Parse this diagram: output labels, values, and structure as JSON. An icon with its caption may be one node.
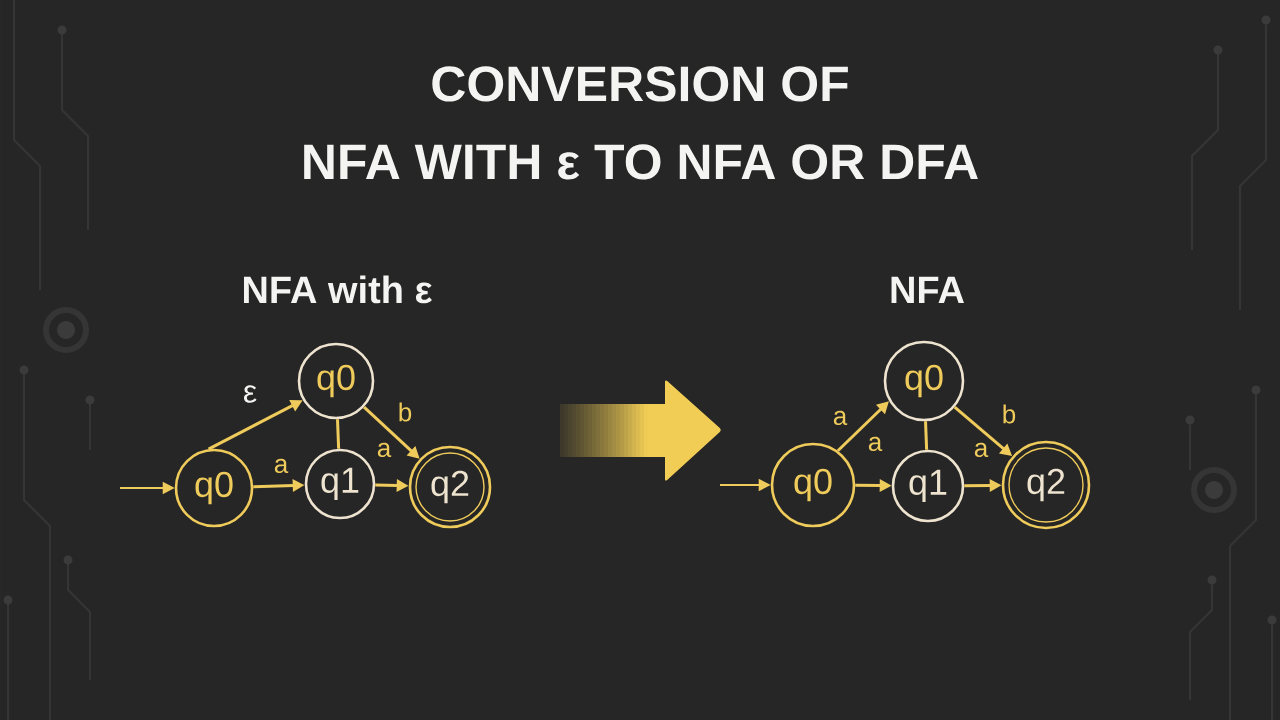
{
  "diagram": {
    "title": "CONVERSION OF NFA WITH ε TO NFA OR DFA",
    "nodes": [
      {
        "text": [
          "q0"
        ]
      },
      {
        "text": [
          "q0"
        ]
      },
      {
        "text": [
          "q1"
        ]
      },
      {
        "text": [
          "q2"
        ]
      },
      {
        "text": [
          "q0"
        ]
      },
      {
        "text": [
          "q0"
        ]
      },
      {
        "text": [
          "q1"
        ]
      },
      {
        "text": [
          "q2"
        ]
      }
    ],
    "edges": [
      {
        "from": null,
        "to": 0,
        "arrow": "to"
      },
      {
        "from": 0,
        "to": 1,
        "arrow": "to",
        "label": "ε"
      },
      {
        "from": 0,
        "to": 2,
        "arrow": "to",
        "label": "a"
      },
      {
        "from": 1,
        "to": 2,
        "arrow": "none"
      },
      {
        "from": 1,
        "to": 3,
        "arrow": "to",
        "label": "b"
      },
      {
        "from": 2,
        "to": 3,
        "arrow": "to",
        "label": "a"
      },
      {
        "from": null,
        "to": 4,
        "arrow": "to"
      },
      {
        "from": 4,
        "to": 5,
        "arrow": "to",
        "label": "a"
      },
      {
        "from": 4,
        "to": 6,
        "arrow": "to",
        "label": "a"
      },
      {
        "from": 5,
        "to": 6,
        "arrow": "none"
      },
      {
        "from": 5,
        "to": 7,
        "arrow": "to",
        "label": "b"
      },
      {
        "from": 6,
        "to": 7,
        "arrow": "to",
        "label": "a"
      }
    ],
    "labels": [
      "NFA with ε",
      "NFA"
    ]
  }
}
